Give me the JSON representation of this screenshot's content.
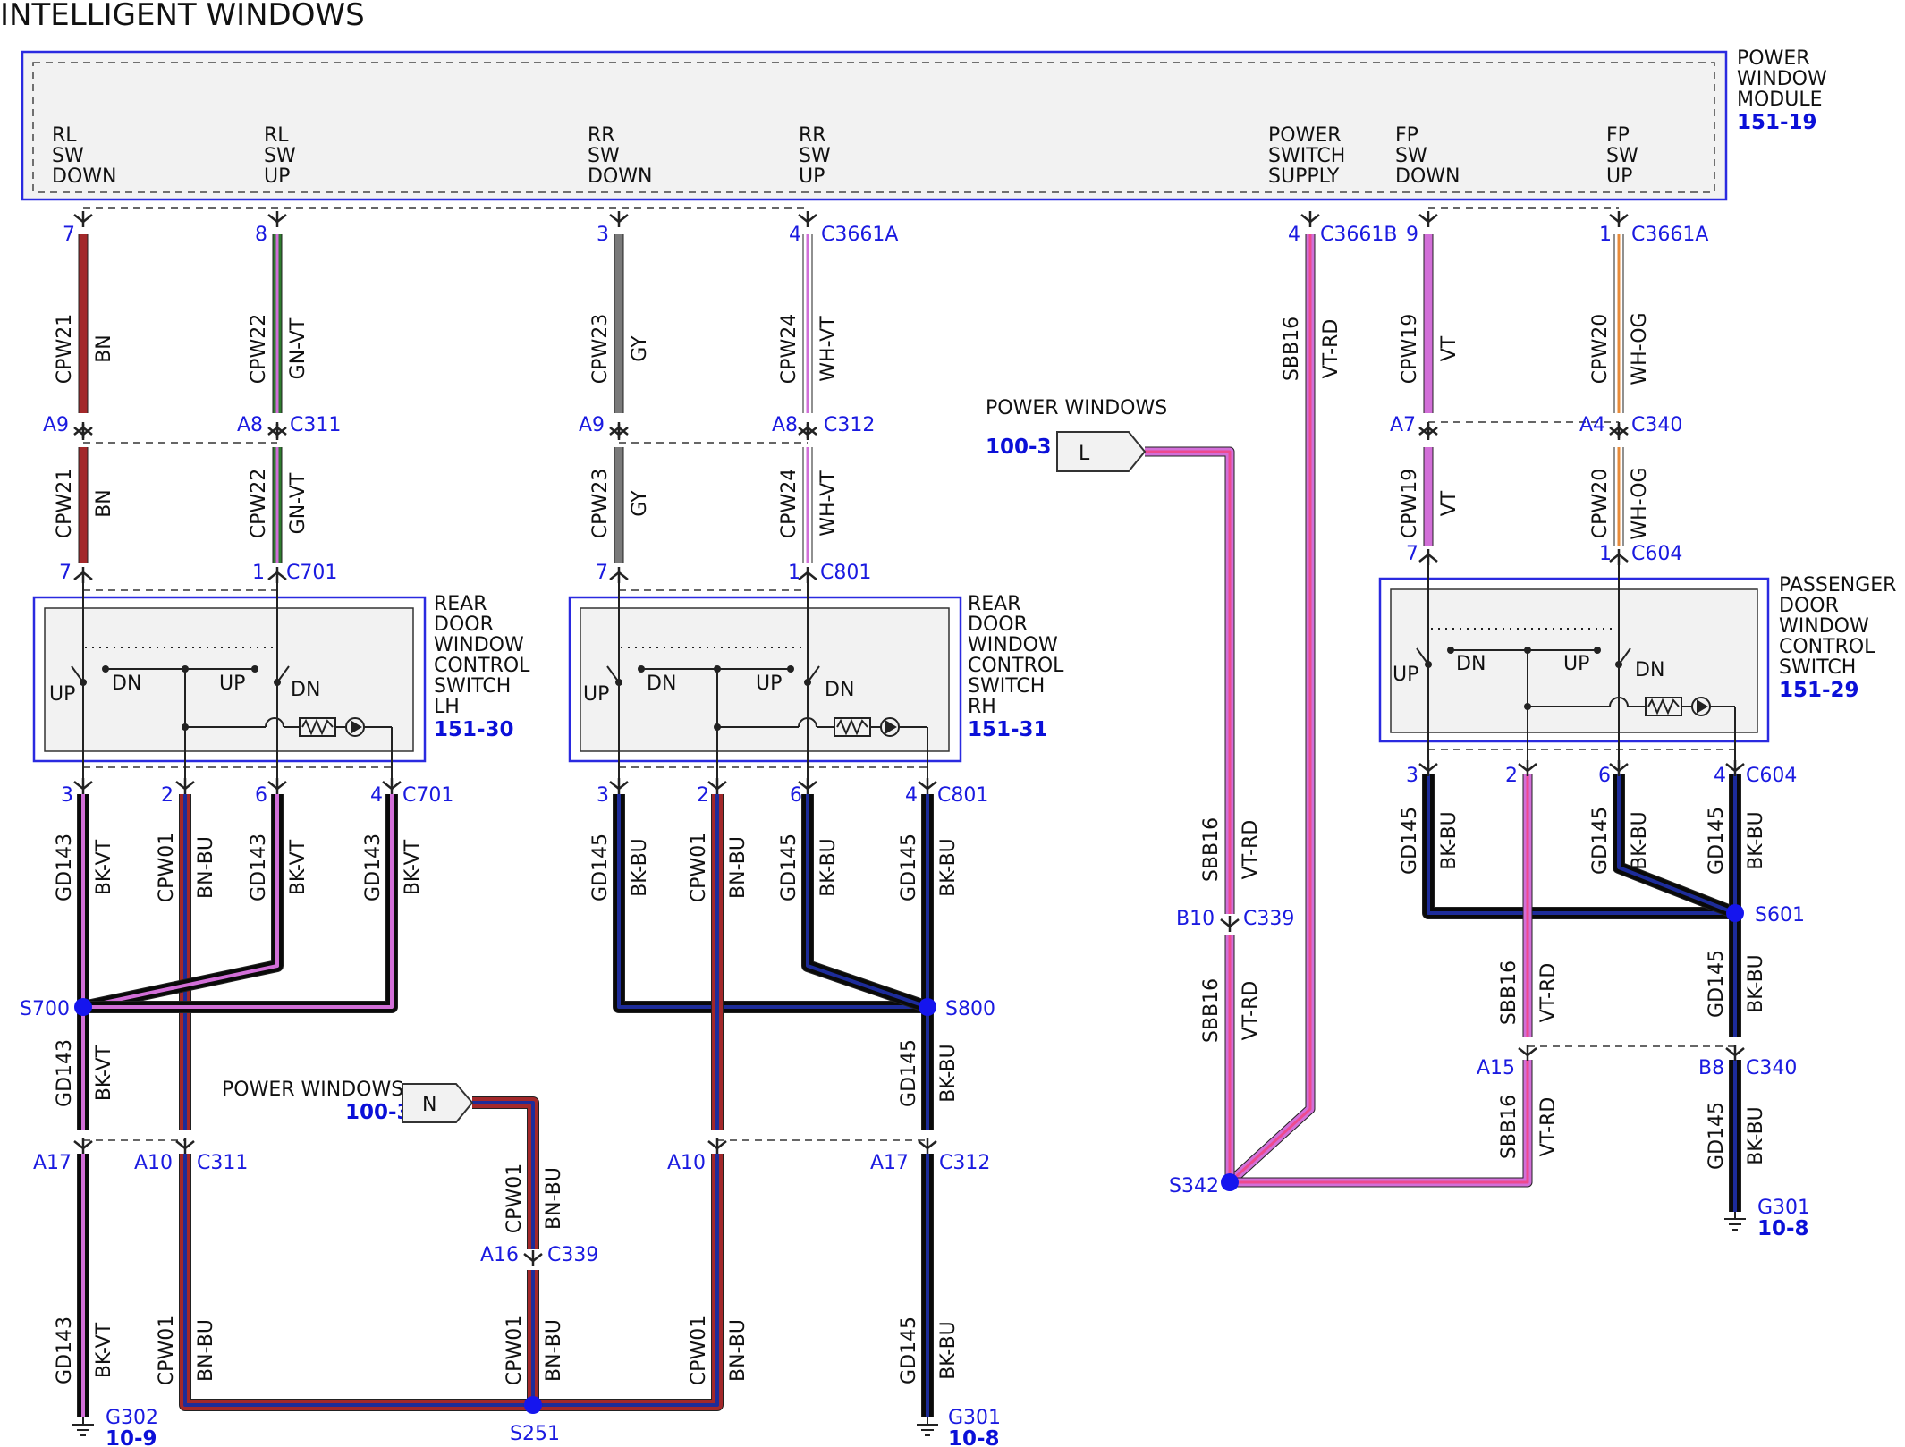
{
  "title": "INTELLIGENT WINDOWS",
  "colors": {
    "module_border": "#2a2ae0",
    "fill": "#f2f2f2",
    "BN": "#a3282a",
    "GN": "#2f7d2f",
    "GY": "#7a7a7a",
    "WH": "#ffffff",
    "VT": "#d26fd8",
    "RD": "#ee4a8f",
    "OG": "#e88b3a",
    "BK": "#0a0a0a",
    "BU": "#1d2c9a",
    "splice": "#1515ee"
  },
  "module": {
    "name": [
      "POWER",
      "WINDOW",
      "MODULE"
    ],
    "ref": "151-19",
    "pins": [
      {
        "label": [
          "RL",
          "SW",
          "DOWN"
        ]
      },
      {
        "label": [
          "RL",
          "SW",
          "UP"
        ]
      },
      {
        "label": [
          "RR",
          "SW",
          "DOWN"
        ]
      },
      {
        "label": [
          "RR",
          "SW",
          "UP"
        ]
      },
      {
        "label": [
          "POWER",
          "SWITCH",
          "SUPPLY"
        ]
      },
      {
        "label": [
          "FP",
          "SW",
          "DOWN"
        ]
      },
      {
        "label": [
          "FP",
          "SW",
          "UP"
        ]
      }
    ]
  },
  "switches": [
    {
      "name": [
        "REAR",
        "DOOR",
        "WINDOW",
        "CONTROL",
        "SWITCH",
        "LH"
      ],
      "ref": "151-30",
      "contacts": [
        "UP",
        "DN",
        "UP",
        "DN"
      ]
    },
    {
      "name": [
        "REAR",
        "DOOR",
        "WINDOW",
        "CONTROL",
        "SWITCH",
        "RH"
      ],
      "ref": "151-31",
      "contacts": [
        "UP",
        "DN",
        "UP",
        "DN"
      ]
    },
    {
      "name": [
        "PASSENGER",
        "DOOR",
        "WINDOW",
        "CONTROL",
        "SWITCH"
      ],
      "ref": "151-29",
      "contacts": [
        "UP",
        "DN",
        "UP",
        "DN"
      ]
    }
  ],
  "pins": [
    {
      "num": "7"
    },
    {
      "num": "8"
    },
    {
      "num": "3"
    },
    {
      "num": "4",
      "conn": "C3661A"
    },
    {
      "num": "4",
      "conn": "C3661B"
    },
    {
      "num": "9"
    },
    {
      "num": "1",
      "conn": "C3661A"
    },
    {
      "num": "A9"
    },
    {
      "num": "A8",
      "conn": "C311"
    },
    {
      "num": "A9"
    },
    {
      "num": "A8",
      "conn": "C312"
    },
    {
      "num": "A7"
    },
    {
      "num": "A4",
      "conn": "C340"
    },
    {
      "num": "7"
    },
    {
      "num": "1",
      "conn": "C701"
    },
    {
      "num": "7"
    },
    {
      "num": "1",
      "conn": "C801"
    },
    {
      "num": "7"
    },
    {
      "num": "1",
      "conn": "C604"
    },
    {
      "num": "3"
    },
    {
      "num": "2"
    },
    {
      "num": "6"
    },
    {
      "num": "4",
      "conn": "C701"
    },
    {
      "num": "3"
    },
    {
      "num": "2"
    },
    {
      "num": "6"
    },
    {
      "num": "4",
      "conn": "C801"
    },
    {
      "num": "3"
    },
    {
      "num": "2"
    },
    {
      "num": "6"
    },
    {
      "num": "4",
      "conn": "C604"
    },
    {
      "num": "A17"
    },
    {
      "num": "A10",
      "conn": "C311"
    },
    {
      "num": "A10"
    },
    {
      "num": "A17",
      "conn": "C312"
    },
    {
      "num": "B10",
      "conn": "C339"
    },
    {
      "num": "A16",
      "conn": "C339"
    },
    {
      "num": "A15"
    },
    {
      "num": "B8",
      "conn": "C340"
    }
  ],
  "wires": [
    {
      "circuit": "CPW21",
      "color": "BN"
    },
    {
      "circuit": "CPW22",
      "color": "GN-VT"
    },
    {
      "circuit": "CPW23",
      "color": "GY"
    },
    {
      "circuit": "CPW24",
      "color": "WH-VT"
    },
    {
      "circuit": "SBB16",
      "color": "VT-RD"
    },
    {
      "circuit": "CPW19",
      "color": "VT"
    },
    {
      "circuit": "CPW20",
      "color": "WH-OG"
    },
    {
      "circuit": "CPW21",
      "color": "BN"
    },
    {
      "circuit": "CPW22",
      "color": "GN-VT"
    },
    {
      "circuit": "CPW23",
      "color": "GY"
    },
    {
      "circuit": "CPW24",
      "color": "WH-VT"
    },
    {
      "circuit": "CPW19",
      "color": "VT"
    },
    {
      "circuit": "CPW20",
      "color": "WH-OG"
    },
    {
      "circuit": "GD143",
      "color": "BK-VT"
    },
    {
      "circuit": "CPW01",
      "color": "BN-BU"
    },
    {
      "circuit": "GD143",
      "color": "BK-VT"
    },
    {
      "circuit": "GD143",
      "color": "BK-VT"
    },
    {
      "circuit": "GD145",
      "color": "BK-BU"
    },
    {
      "circuit": "CPW01",
      "color": "BN-BU"
    },
    {
      "circuit": "GD145",
      "color": "BK-BU"
    },
    {
      "circuit": "GD145",
      "color": "BK-BU"
    },
    {
      "circuit": "GD145",
      "color": "BK-BU"
    },
    {
      "circuit": "GD145",
      "color": "BK-BU"
    },
    {
      "circuit": "GD145",
      "color": "BK-BU"
    },
    {
      "circuit": "GD143",
      "color": "BK-VT"
    },
    {
      "circuit": "GD145",
      "color": "BK-BU"
    },
    {
      "circuit": "GD143",
      "color": "BK-VT"
    },
    {
      "circuit": "CPW01",
      "color": "BN-BU"
    },
    {
      "circuit": "CPW01",
      "color": "BN-BU"
    },
    {
      "circuit": "CPW01",
      "color": "BN-BU"
    },
    {
      "circuit": "CPW01",
      "color": "BN-BU"
    },
    {
      "circuit": "GD145",
      "color": "BK-BU"
    },
    {
      "circuit": "SBB16",
      "color": "VT-RD"
    },
    {
      "circuit": "SBB16",
      "color": "VT-RD"
    },
    {
      "circuit": "SBB16",
      "color": "VT-RD"
    },
    {
      "circuit": "SBB16",
      "color": "VT-RD"
    },
    {
      "circuit": "GD145",
      "color": "BK-BU"
    },
    {
      "circuit": "GD145",
      "color": "BK-BU"
    },
    {
      "circuit": "GD145",
      "color": "BK-BU"
    }
  ],
  "splices": [
    "S700",
    "S800",
    "S601",
    "S342",
    "S251"
  ],
  "offpage": [
    {
      "title": "POWER WINDOWS",
      "ref": "100-3",
      "letter": "L"
    },
    {
      "title": "POWER WINDOWS",
      "ref": "100-3",
      "letter": "N"
    }
  ],
  "grounds": [
    {
      "name": "G302",
      "ref": "10-9"
    },
    {
      "name": "G301",
      "ref": "10-8"
    },
    {
      "name": "G301",
      "ref": "10-8"
    }
  ]
}
